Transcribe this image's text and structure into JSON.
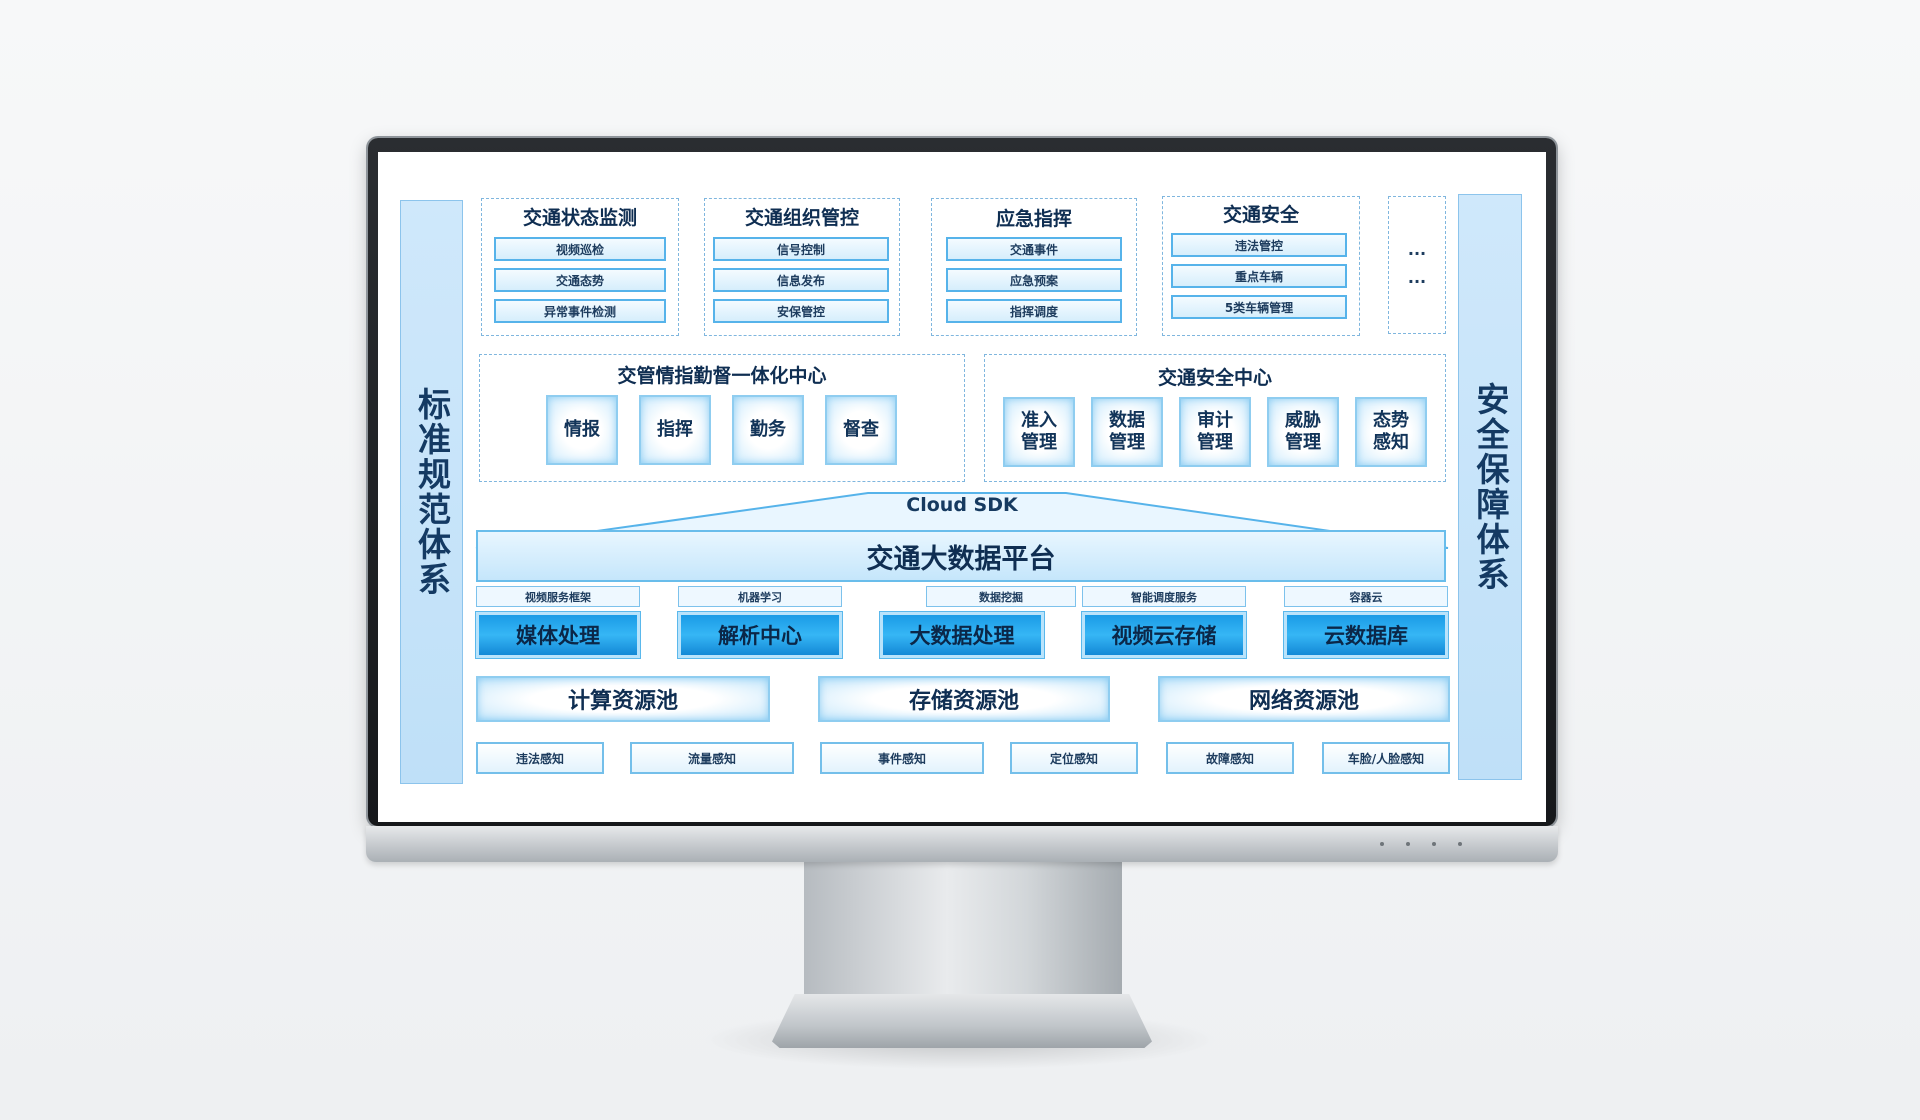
{
  "left_bar": "标准规范体系",
  "right_bar": "安全保障体系",
  "top_groups": [
    {
      "title": "交通状态监测",
      "items": [
        "视频巡检",
        "交通态势",
        "异常事件检测"
      ]
    },
    {
      "title": "交通组织管控",
      "items": [
        "信号控制",
        "信息发布",
        "安保管控"
      ]
    },
    {
      "title": "应急指挥",
      "items": [
        "交通事件",
        "应急预案",
        "指挥调度"
      ]
    },
    {
      "title": "交通安全",
      "items": [
        "违法管控",
        "重点车辆",
        "5类车辆管理"
      ]
    }
  ],
  "top_ellipsis": [
    "...",
    "..."
  ],
  "center1": {
    "title": "交管情指勤督一体化中心",
    "tiles": [
      "情报",
      "指挥",
      "勤务",
      "督查"
    ]
  },
  "center2": {
    "title": "交通安全中心",
    "tiles": [
      "准入\n管理",
      "数据\n管理",
      "审计\n管理",
      "威胁\n管理",
      "态势\n感知"
    ]
  },
  "sdk_label": "Cloud SDK",
  "platform_label": "交通大数据平台",
  "service_labels": [
    "视频服务框架",
    "机器学习",
    "数据挖掘",
    "智能调度服务",
    "容器云"
  ],
  "service_blocks": [
    "媒体处理",
    "解析中心",
    "大数据处理",
    "视频云存储",
    "云数据库"
  ],
  "pools": [
    "计算资源池",
    "存储资源池",
    "网络资源池"
  ],
  "sensing": [
    "违法感知",
    "流量感知",
    "事件感知",
    "定位感知",
    "故障感知",
    "车脸/人脸感知"
  ],
  "colors": {
    "accent": "#36b6f5",
    "border": "#56b3ea",
    "text": "#0f2e52"
  }
}
